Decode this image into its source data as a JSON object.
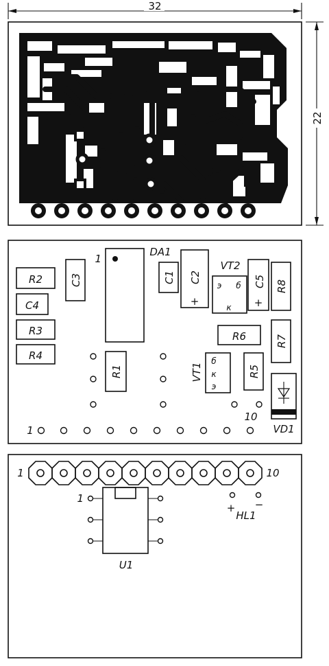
{
  "dimensions": {
    "width": "32",
    "height": "22"
  },
  "component_side": {
    "components": [
      "DA1",
      "R2",
      "C3",
      "C4",
      "R3",
      "R4",
      "C1",
      "C2",
      "VT2",
      "C5",
      "R8",
      "R6",
      "R7",
      "R1",
      "VT1",
      "R5",
      "VD1"
    ],
    "pin_markers": {
      "ic_pin1": "1",
      "connector_first": "1",
      "connector_last": "10"
    },
    "vt2_pins": {
      "emitter": "э",
      "base": "б",
      "collector": "к"
    },
    "vt1_pins": {
      "base": "б",
      "collector": "к",
      "emitter": "э"
    },
    "polarity_plus": "+"
  },
  "bottom_side": {
    "connector_first": "1",
    "connector_last": "10",
    "u1_pin1": "1",
    "u1_label": "U1",
    "hl1_label": "HL1",
    "hl1_plus": "+",
    "hl1_minus": "−"
  }
}
